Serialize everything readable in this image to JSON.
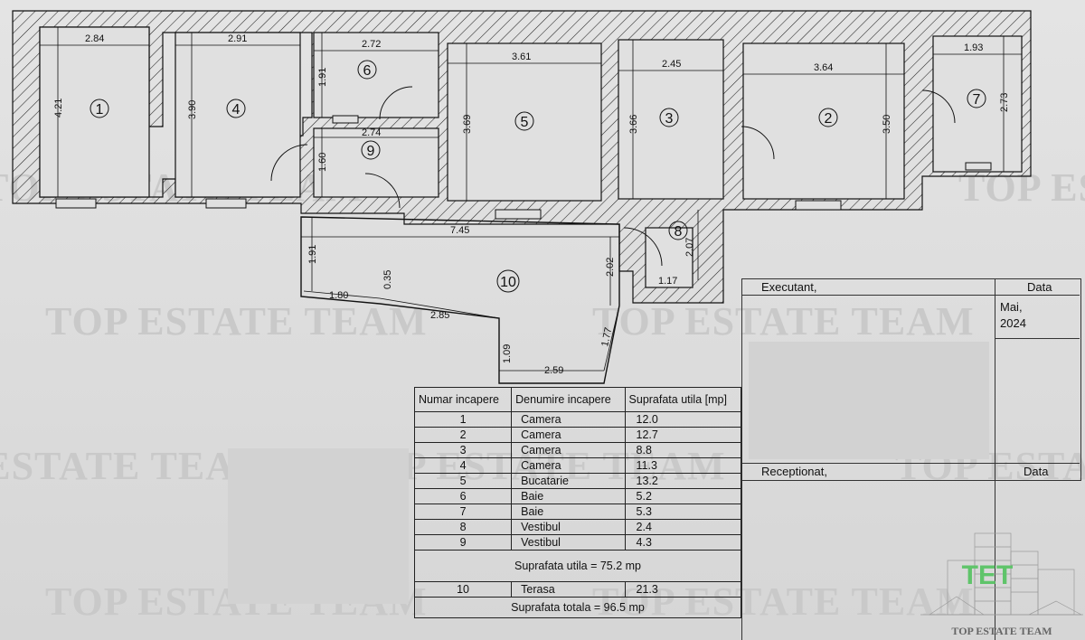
{
  "watermark": "TOP ESTATE TEAM",
  "rooms": [
    {
      "id": "1"
    },
    {
      "id": "2"
    },
    {
      "id": "3"
    },
    {
      "id": "4"
    },
    {
      "id": "5"
    },
    {
      "id": "6"
    },
    {
      "id": "7"
    },
    {
      "id": "8"
    },
    {
      "id": "9"
    },
    {
      "id": "10"
    }
  ],
  "dimensions": {
    "r1_w": "2.84",
    "r1_h": "4.21",
    "r4_w": "2.91",
    "r4_h": "3.90",
    "r6_w": "2.72",
    "r6_h": "1.91",
    "r9_w": "2.74",
    "r9_h": "1.60",
    "r5_w": "3.61",
    "r5_h": "3.69",
    "r3_w": "2.45",
    "r3_h": "3.66",
    "r2_w": "3.64",
    "r2_h": "3.50",
    "r7_w": "1.93",
    "r7_h": "2.73",
    "r8_h": "2.07",
    "r8_w": "1.17",
    "t_top": "7.45",
    "t_left": "1.91",
    "t_right": "2.02",
    "t_a": "1.80",
    "t_b": "0.35",
    "t_c": "2.85",
    "t_d": "1.09",
    "t_e": "2.59",
    "t_f": "1.77"
  },
  "table": {
    "headers": [
      "Numar incapere",
      "Denumire incapere",
      "Suprafata utila [mp]"
    ],
    "rows": [
      [
        "1",
        "Camera",
        "12.0"
      ],
      [
        "2",
        "Camera",
        "12.7"
      ],
      [
        "3",
        "Camera",
        "8.8"
      ],
      [
        "4",
        "Camera",
        "11.3"
      ],
      [
        "5",
        "Bucatarie",
        "13.2"
      ],
      [
        "6",
        "Baie",
        "5.2"
      ],
      [
        "7",
        "Baie",
        "5.3"
      ],
      [
        "8",
        "Vestibul",
        "2.4"
      ],
      [
        "9",
        "Vestibul",
        "4.3"
      ]
    ],
    "utila_total": "Suprafata utila = 75.2 mp",
    "terrace": [
      "10",
      "Terasa",
      "21.3"
    ],
    "grand_total": "Suprafata totala = 96.5 mp"
  },
  "stamp": {
    "executant": "Executant,",
    "data": "Data",
    "date_value_1": "Mai,",
    "date_value_2": "2024",
    "receptionat": "Receptionat,",
    "data2": "Data"
  },
  "logo": {
    "mark": "TET",
    "caption": "TOP ESTATE TEAM"
  },
  "colors": {
    "wall_hatch": "#222222",
    "logo_green": "#5fc46a",
    "paper": "#dcdcdc"
  }
}
